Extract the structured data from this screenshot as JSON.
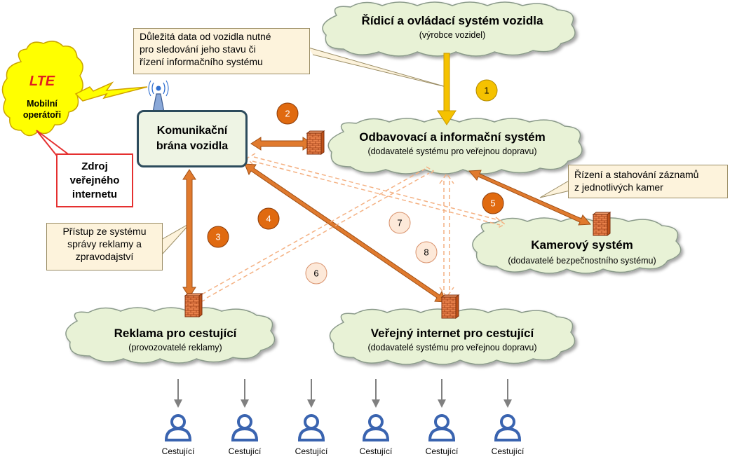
{
  "nodes": {
    "vehicle_control": {
      "title": "Řídicí a ovládací systém vozidla",
      "subtitle": "(výrobce vozidel)"
    },
    "dispatch": {
      "title": "Odbavovací a informační systém",
      "subtitle": "(dodavatelé systému pro veřejnou dopravu)"
    },
    "camera": {
      "title": "Kamerový systém",
      "subtitle": "(dodavatelé bezpečnostního systému)"
    },
    "advertising": {
      "title": "Reklama pro cestující",
      "subtitle": "(provozovatelé reklamy)"
    },
    "public_internet": {
      "title": "Veřejný internet pro cestující",
      "subtitle": "(dodavatelé systému pro veřejnou dopravu)"
    },
    "gateway": {
      "line1": "Komunikační",
      "line2": "brána vozidla"
    },
    "lte": {
      "brand": "LTE",
      "line1": "Mobilní",
      "line2": "operátoři"
    },
    "internet_source": {
      "line1": "Zdroj",
      "line2": "veřejného",
      "line3": "internetu"
    }
  },
  "notes": {
    "important_data": [
      "Důležitá data od vozidla nutné",
      "pro sledování jeho stavu či",
      "řízení informačního systému"
    ],
    "camera_control": [
      "Řízení a stahování záznamů",
      "z jednotlivých kamer"
    ],
    "advertising_access": [
      "Přístup ze systému",
      "správy reklamy a",
      "zpravodajství"
    ]
  },
  "links": [
    {
      "number": "1"
    },
    {
      "number": "2"
    },
    {
      "number": "3"
    },
    {
      "number": "4"
    },
    {
      "number": "5"
    },
    {
      "number": "6"
    },
    {
      "number": "7"
    },
    {
      "number": "8"
    }
  ],
  "passengers": [
    "Cestující",
    "Cestující",
    "Cestující",
    "Cestující",
    "Cestující",
    "Cestující"
  ],
  "colors": {
    "cloud_fill": "#e8f2d6",
    "cloud_stroke": "#8a9a8a",
    "solid_link": "#e07a2e",
    "dashed_link": "#f4b183",
    "vehicle_link": "#f5c200",
    "lte_cloud": "#ffff00",
    "badge_solid": "#e06a10",
    "badge_light": "#fde9d9",
    "badge_yellow": "#f5c200",
    "firewall": "#e0703a"
  }
}
